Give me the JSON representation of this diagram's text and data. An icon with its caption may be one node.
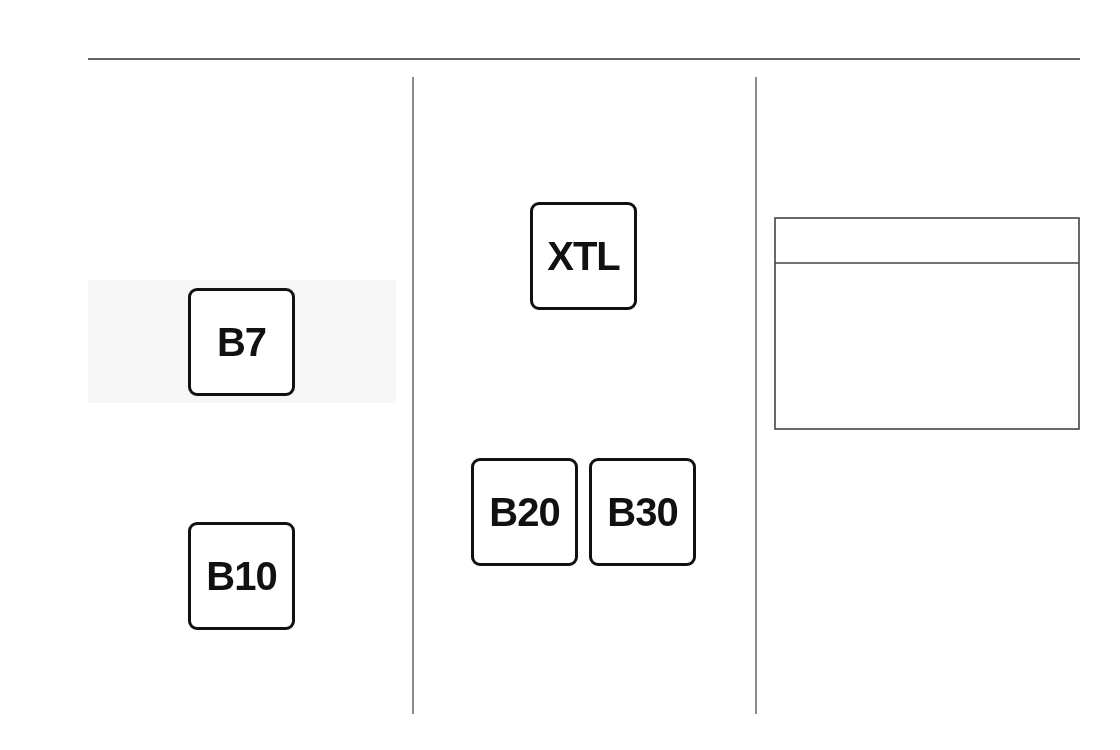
{
  "diagram": {
    "nodes": [
      {
        "text": [
          "B7"
        ]
      },
      {
        "text": [
          "B10"
        ]
      },
      {
        "text": [
          "XTL"
        ]
      },
      {
        "text": [
          "B20"
        ]
      },
      {
        "text": [
          "B30"
        ]
      }
    ]
  }
}
